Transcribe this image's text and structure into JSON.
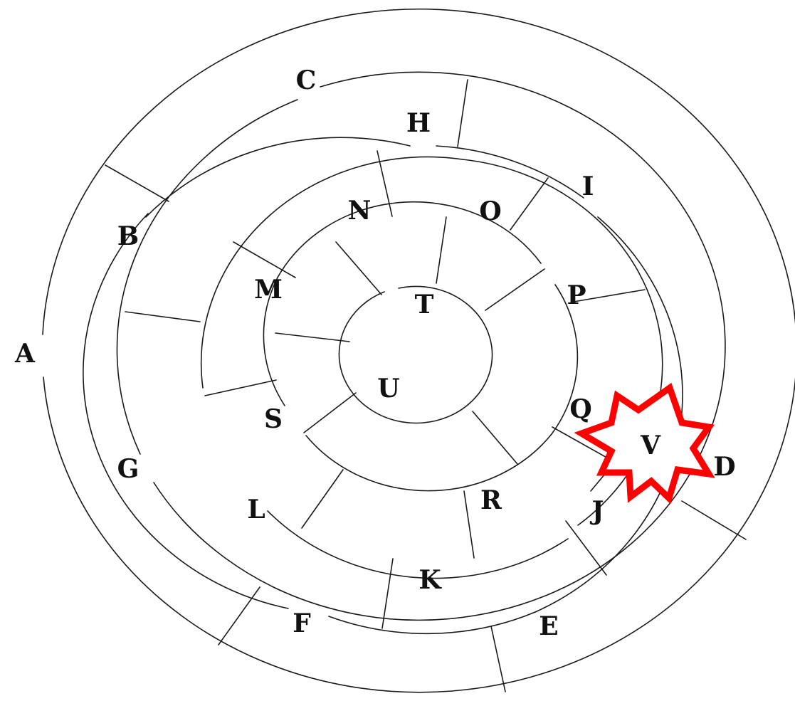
{
  "accent_color": "#ff0000",
  "cells": {
    "A": "A",
    "B": "B",
    "C": "C",
    "D": "D",
    "E": "E",
    "F": "F",
    "G": "G",
    "H": "H",
    "I": "I",
    "J": "J",
    "K": "K",
    "L": "L",
    "M": "M",
    "N": "N",
    "O": "O",
    "P": "P",
    "Q": "Q",
    "R": "R",
    "S": "S",
    "T": "T",
    "U": "U",
    "V": "V"
  },
  "highlighted_cell": "V",
  "highlight_icon": "starburst-icon"
}
